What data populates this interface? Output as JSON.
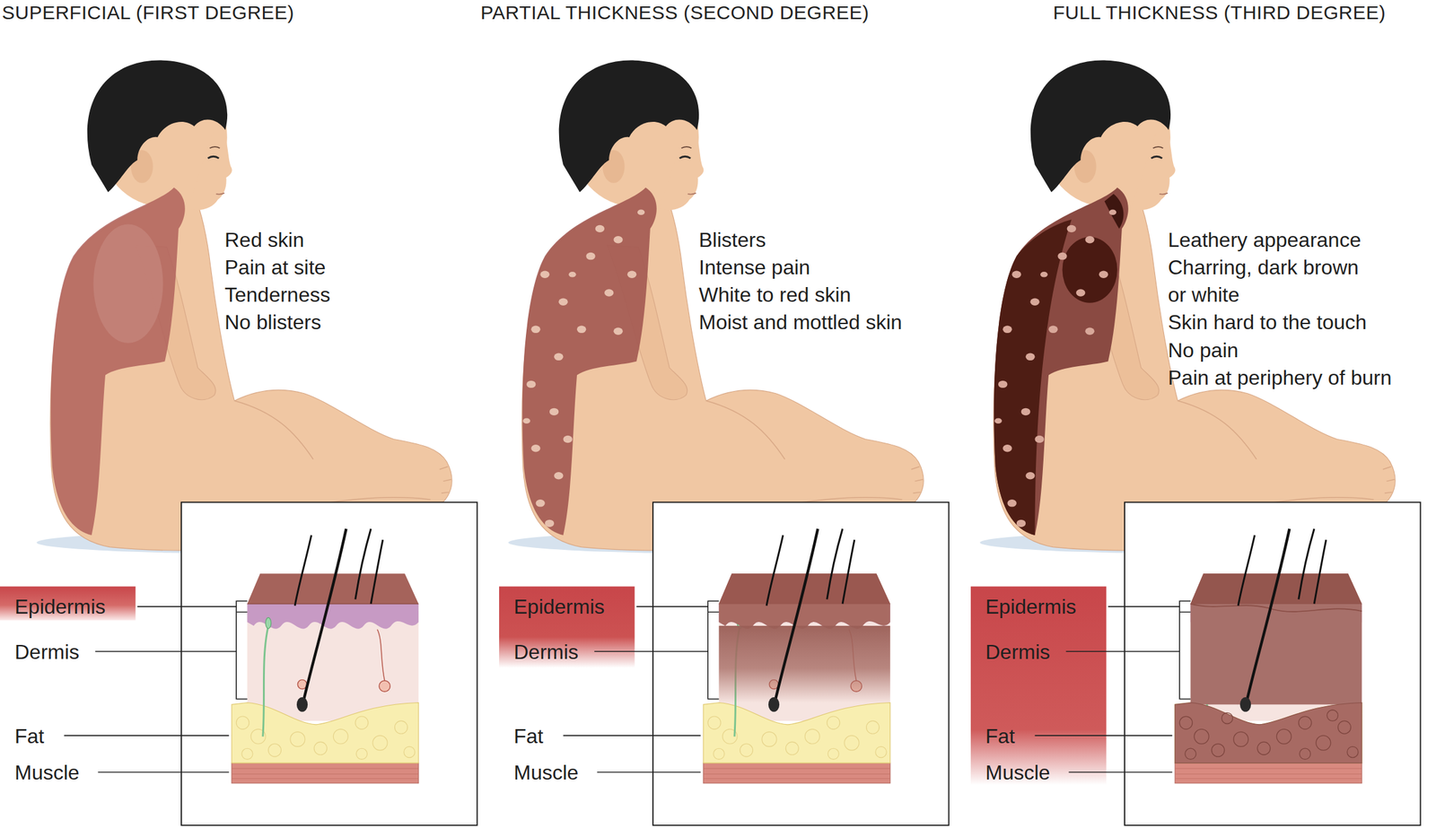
{
  "diagram": {
    "labels": [
      "SUPERFICIAL (FIRST DEGREE)",
      "Red skin",
      "Pain at site",
      "Tenderness",
      "No blisters",
      "Epidermis",
      "Dermis",
      "Fat",
      "Muscle",
      "PARTIAL THICKNESS (SECOND DEGREE)",
      "Blisters",
      "Intense pain",
      "White to red skin",
      "Moist and mottled skin",
      "Epidermis",
      "Dermis",
      "Fat",
      "Muscle",
      "FULL THICKNESS (THIRD DEGREE)",
      "Leathery appearance",
      "Charring, dark brown or white",
      "Skin hard to the touch",
      "No pain",
      "Pain at periphery of burn",
      "Epidermis",
      "Dermis",
      "Fat",
      "Muscle"
    ]
  }
}
